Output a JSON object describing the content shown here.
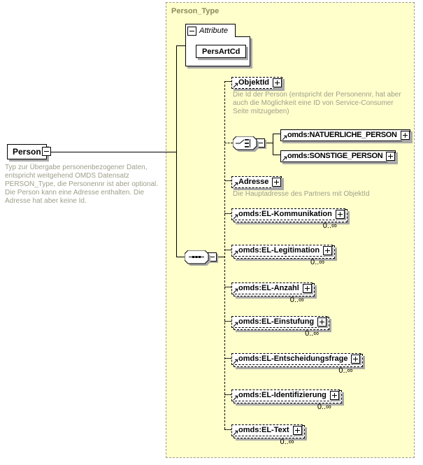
{
  "container": {
    "title": "Person_Type"
  },
  "root": {
    "label": "Person",
    "annotation": "Typ zur Übergabe personenbezogener Daten, entspricht weitgehend OMDS Datensatz PERSON_Type, die Personennr ist aber optional. Die Person kann eine Adresse enthalten. Die Adresse hat aber keine Id."
  },
  "attribute_section": {
    "label": "Attribute",
    "attributes": [
      {
        "name": "PersArtCd"
      }
    ]
  },
  "choice": {
    "options": [
      {
        "label": "omds:NATUERLICHE_PERSON"
      },
      {
        "label": "omds:SONSTIGE_PERSON"
      }
    ]
  },
  "elements": [
    {
      "label": "ObjektId",
      "annotation": "Die Id der Person (entspricht der Personennr, hat aber auch die Möglichkeit eine ID von Service-Consumer Seite mitzugeben)"
    },
    {
      "label": "Adresse",
      "annotation": "Die Hauptadresse des Partners mit ObjektId"
    },
    {
      "label": "omds:EL-Kommunikation",
      "cardinality": "0..∞"
    },
    {
      "label": "omds:EL-Legitimation",
      "cardinality": "0..∞"
    },
    {
      "label": "omds:EL-Anzahl",
      "cardinality": "0..∞"
    },
    {
      "label": "omds:EL-Einstufung",
      "cardinality": "0..∞"
    },
    {
      "label": "omds:EL-Entscheidungsfrage",
      "cardinality": "0..∞"
    },
    {
      "label": "omds:EL-Identifizierung",
      "cardinality": "0..∞"
    },
    {
      "label": "omds:EL-Text",
      "cardinality": "0..∞"
    }
  ],
  "colors": {
    "container_bg": "#ffffcc",
    "container_border": "#9b9b9b",
    "title_color": "#8a8a5c",
    "annotation_color": "#9e9e8a",
    "shadow_color": "#a9a9a9"
  }
}
